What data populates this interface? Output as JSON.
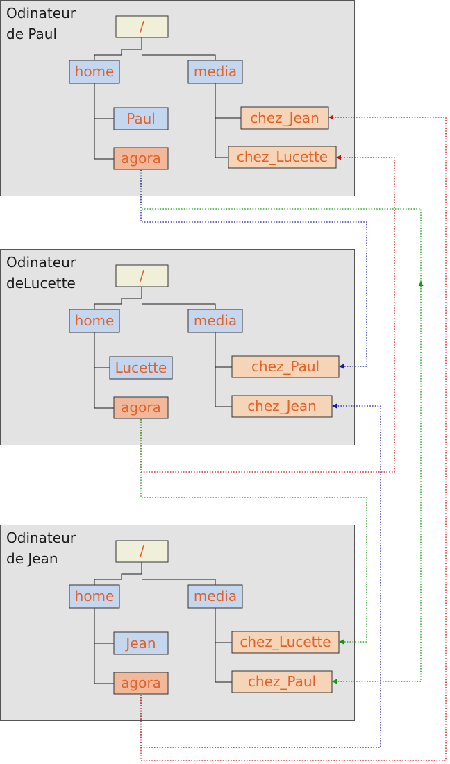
{
  "colors": {
    "root_fill": "#f0f0da",
    "dir_fill": "#c4d7ee",
    "mount_fill": "#f5d4b8",
    "agora_fill": "#f0b99c",
    "label_text": "#e2622a",
    "link_red": "#cc1010",
    "link_blue": "#1a1a99",
    "link_green": "#119911"
  },
  "panels": [
    {
      "title_line1": "Odinateur",
      "title_line2": "de Paul",
      "root": "/",
      "home": "home",
      "media": "media",
      "user": "Paul",
      "agora": "agora",
      "mount_top": "chez_Jean",
      "mount_bottom": "chez_Lucette"
    },
    {
      "title_line1": "Odinateur",
      "title_line2": "deLucette",
      "root": "/",
      "home": "home",
      "media": "media",
      "user": "Lucette",
      "agora": "agora",
      "mount_top": "chez_Paul",
      "mount_bottom": "chez_Jean"
    },
    {
      "title_line1": "Odinateur",
      "title_line2": "de Jean",
      "root": "/",
      "home": "home",
      "media": "media",
      "user": "Jean",
      "agora": "agora",
      "mount_top": "chez_Lucette",
      "mount_bottom": "chez_Paul"
    }
  ],
  "connections": [
    {
      "from": "Paul agora",
      "to": "Jean chez_Paul",
      "color": "green"
    },
    {
      "from": "Paul agora",
      "to": "Lucette chez_Paul",
      "color": "blue"
    },
    {
      "from": "Lucette agora",
      "to": "Paul chez_Lucette",
      "color": "red"
    },
    {
      "from": "Lucette agora",
      "to": "Jean chez_Lucette",
      "color": "green"
    },
    {
      "from": "Jean agora",
      "to": "Lucette chez_Jean",
      "color": "blue"
    },
    {
      "from": "Jean agora",
      "to": "Paul chez_Jean",
      "color": "red"
    }
  ]
}
